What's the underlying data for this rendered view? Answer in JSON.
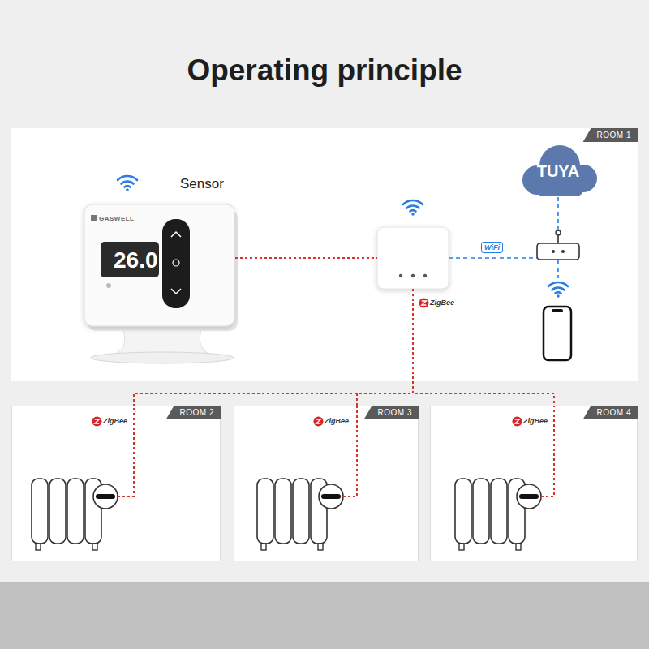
{
  "diagram": {
    "title": "Operating principle",
    "nodes": [
      {
        "text": [
          "ROOM 1"
        ]
      },
      {
        "text": [
          "Sensor",
          "GASWELL",
          "26.0"
        ],
        "in": 0
      },
      {
        "text": [
          "ZigBee"
        ],
        "in": 0
      },
      {
        "text": [
          "TUYA"
        ],
        "in": 0
      },
      {
        "text": [
          "ROOM 2",
          "ZigBee"
        ]
      },
      {
        "text": [
          "ROOM 3",
          "ZigBee"
        ]
      },
      {
        "text": [
          "ROOM 4",
          "ZigBee"
        ]
      }
    ],
    "edges": [
      {
        "from": 1,
        "to": 2,
        "arrow": "none"
      },
      {
        "from": 2,
        "to": 4,
        "arrow": "none"
      },
      {
        "from": 2,
        "to": 5,
        "arrow": "none"
      },
      {
        "from": 2,
        "to": 6,
        "arrow": "none"
      }
    ],
    "labels": [
      "WiFi"
    ]
  }
}
